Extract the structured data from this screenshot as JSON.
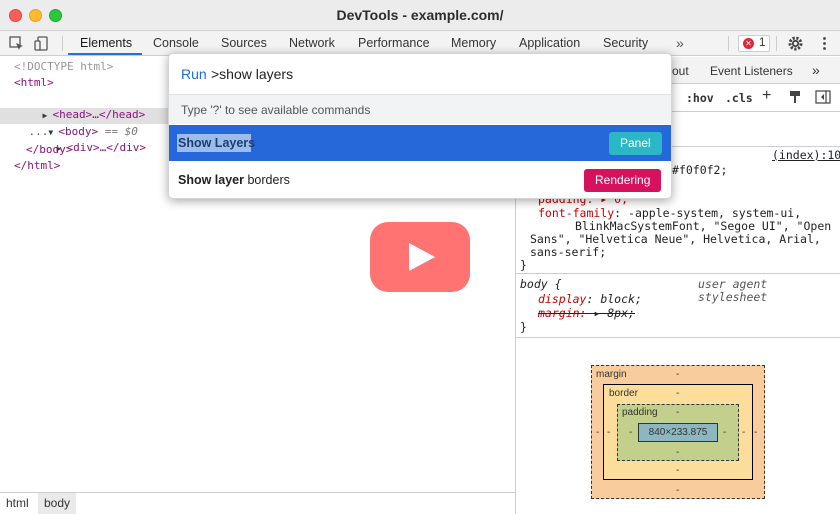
{
  "window": {
    "title": "DevTools - example.com/"
  },
  "tabs": [
    {
      "label": "Elements"
    },
    {
      "label": "Console"
    },
    {
      "label": "Sources"
    },
    {
      "label": "Network"
    },
    {
      "label": "Performance"
    },
    {
      "label": "Memory"
    },
    {
      "label": "Application"
    },
    {
      "label": "Security"
    }
  ],
  "tabs_more": "»",
  "errors": {
    "count": "1",
    "icon": "x-circle-icon"
  },
  "dom": {
    "doctype": "<!DOCTYPE html>",
    "html_open": "<html>",
    "head": "<head>…</head>",
    "body_open": "<body>",
    "body_suffix": " == $0",
    "div": "<div>…</div>",
    "body_close": "</body>",
    "html_close": "</html>",
    "ellipsis": "..."
  },
  "breadcrumb": {
    "html": "html",
    "body": "body"
  },
  "styles": {
    "tabs_visible": [
      "out",
      "Event Listeners"
    ],
    "more": "»",
    "hov": ":hov",
    "cls": ".cls",
    "plus": "+",
    "source_link": "(index):10",
    "bg_value_tail": "#f0f0f2;",
    "padding_line": "padding: ▸ 0;",
    "font_family_prop": "font-family",
    "font_family_lines": [
      "-apple-system, system-ui,",
      "BlinkMacSystemFont, \"Segoe UI\", \"Open",
      "Sans\", \"Helvetica Neue\", Helvetica, Arial,",
      "sans-serif;"
    ],
    "close_brace": "}",
    "rule2_selector": "body {",
    "rule2_source": "user agent stylesheet",
    "display_prop": "display",
    "display_value": "block;",
    "margin_prop": "margin:",
    "margin_value": "▸ 8px;"
  },
  "box_model": {
    "margin_label": "margin",
    "border_label": "border",
    "padding_label": "padding",
    "dash": "-",
    "content_size": "840×233.875"
  },
  "command_menu": {
    "prompt": "Run",
    "query": ">show layers",
    "hint": "Type '?' to see available commands",
    "items": [
      {
        "title": "Show Layers",
        "badge": "Panel",
        "badge_color": "#2cb7c4",
        "selected": true
      },
      {
        "title_bold": "Show layer",
        "title_rest": " borders",
        "badge": "Rendering",
        "badge_color": "#d6125e"
      }
    ]
  },
  "colors": {
    "accent": "#1a73e8",
    "selected_row": "#2667d9"
  }
}
